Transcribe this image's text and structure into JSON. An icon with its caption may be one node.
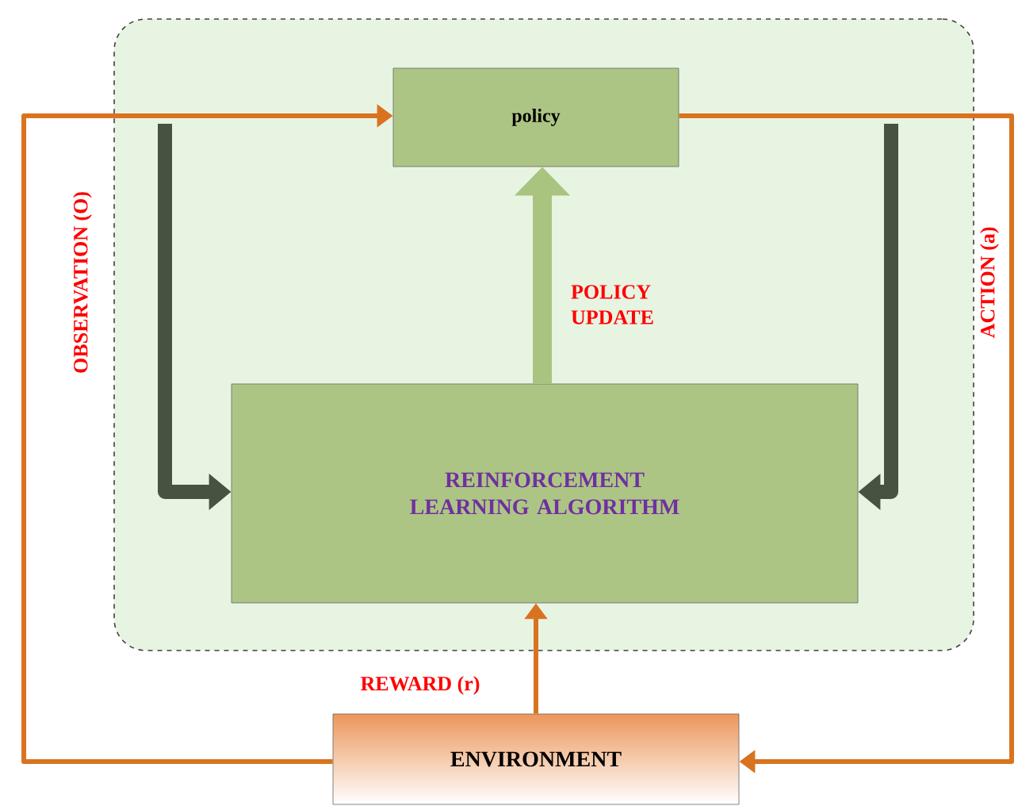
{
  "diagram": {
    "nodes": [
      {
        "text": [],
        "shape": "box"
      },
      {
        "text": [
          "policy"
        ],
        "in": 0
      },
      {
        "text": [
          "REINFORCEMENT LEARNING ALGORITHM"
        ],
        "in": 0
      },
      {
        "text": [
          "ENVIRONMENT"
        ]
      }
    ],
    "edges": [
      {
        "from": 3,
        "to": 1,
        "arrow": "to",
        "label": "OBSERVATION (O)"
      },
      {
        "from": 1,
        "to": 3,
        "arrow": "to",
        "label": "ACTION (a)"
      },
      {
        "from": null,
        "to": 2,
        "arrow": "to",
        "style": "thick",
        "color": "#475340"
      },
      {
        "from": null,
        "to": 2,
        "arrow": "to",
        "style": "thick",
        "color": "#475340"
      },
      {
        "from": 2,
        "to": 1,
        "arrow": "to",
        "label": "POLICY UPDATE",
        "style": "thick",
        "color": "#a9c47f"
      },
      {
        "from": 3,
        "to": 2,
        "arrow": "to",
        "label": "REWARD (r)"
      }
    ]
  }
}
